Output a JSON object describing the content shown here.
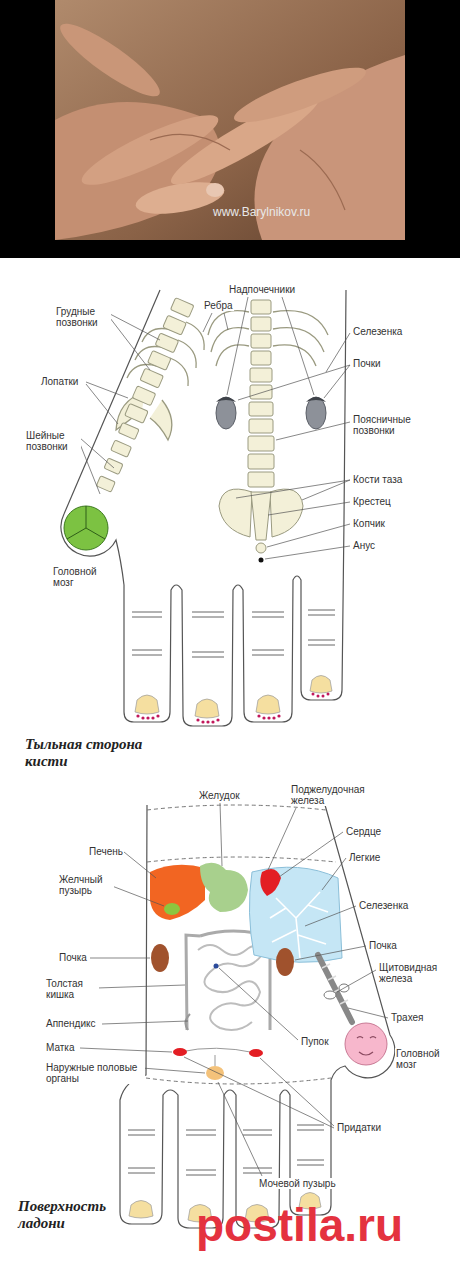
{
  "diagram": {
    "labels": [
      "www.Barylnikov.ru",
      "Надпочечники",
      "Ребра",
      "Грудные позвонки",
      "Селезенка",
      "Почки",
      "Лопатки",
      "Шейные позвонки",
      "Поясничные позвонки",
      "Кости таза",
      "Крестец",
      "Копчик",
      "Анус",
      "Головной мозг",
      "Тыльная сторона кисти",
      "Желудок",
      "Поджелудочная железа",
      "Печень",
      "Сердце",
      "Легкие",
      "Желчный пузырь",
      "Селезенка",
      "Почка",
      "Почка",
      "Щитовидная железа",
      "Толстая кишка",
      "Трахея",
      "Аппендикс",
      "Матка",
      "Наружные половые органы",
      "Пупок",
      "Головной мозг",
      "Придатки",
      "Мочевой пузырь",
      "Поверхность ладони",
      "postila.ru"
    ]
  }
}
